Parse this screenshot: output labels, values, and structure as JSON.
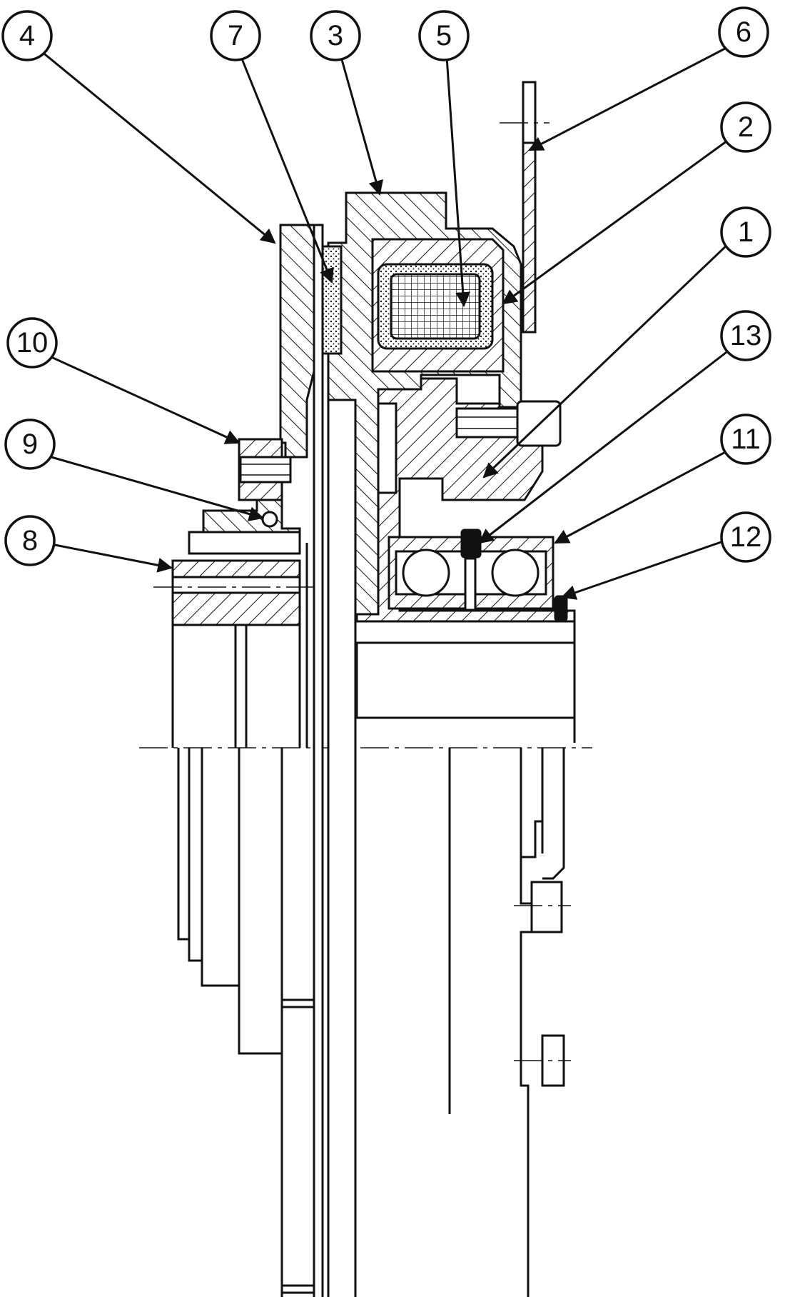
{
  "callouts": [
    {
      "label": "4"
    },
    {
      "label": "7"
    },
    {
      "label": "3"
    },
    {
      "label": "5"
    },
    {
      "label": "6"
    },
    {
      "label": "2"
    },
    {
      "label": "1"
    },
    {
      "label": "13"
    },
    {
      "label": "10"
    },
    {
      "label": "11"
    },
    {
      "label": "9"
    },
    {
      "label": "8"
    },
    {
      "label": "12"
    }
  ]
}
